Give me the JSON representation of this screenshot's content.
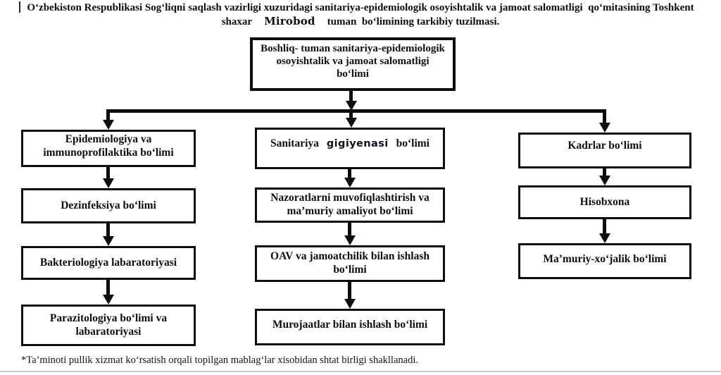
{
  "title": {
    "line1": "O‘zbekiston Respublikasi Sog‘liqni saqlash vazirligi xuzuridagi sanitariya-epidemiologik osoyishtalik va jamoat salomatligi  qo‘mitasining Toshkent",
    "line2_pre": "shaxar",
    "line2_emphasis": "Mirobod",
    "line2_post": "tuman  bo‘limining tarkibiy tuzilmasi."
  },
  "org_chart": {
    "root": {
      "label": "Boshliq- tuman sanitariya-epidemiologik\nosoyishtalik va jamoat  salomatligi\nbo‘limi"
    },
    "left_column": [
      {
        "label": "Epidemiologiya va\nimmunoprofilaktika bo‘limi"
      },
      {
        "label": "Dezinfeksiya  bo‘limi"
      },
      {
        "label": "Bakteriologiya labaratoriyasi"
      },
      {
        "label": "Parazitologiya bo‘limi  va\nlabaratoriyasi"
      }
    ],
    "middle_column": [
      {
        "label_part1": "Sanitariya",
        "label_emphasis": "gigiyenasi",
        "label_part2": "bo‘limi"
      },
      {
        "label": "Nazoratlarni muvofiqlashtirish va\nma’muriy amaliyot  bo‘limi"
      },
      {
        "label": "OAV va jamoatchilik bilan ishlash\nbo‘limi"
      },
      {
        "label": "Murojaatlar bilan ishlash bo‘limi"
      }
    ],
    "right_column": [
      {
        "label": "Kadrlar bo‘limi"
      },
      {
        "label": "Hisobxona"
      },
      {
        "label": "Ma’muriy-xo‘jalik bo‘limi"
      }
    ]
  },
  "footnote": "*Ta’minoti pullik xizmat ko‘rsatish orqali topilgan mablag‘lar xisobidan shtat birligi shakllanadi.",
  "colors": {
    "line_black": "#0d0d0d",
    "background": "#ffffff",
    "bottom_rule_gray": "#c9c9c9"
  }
}
